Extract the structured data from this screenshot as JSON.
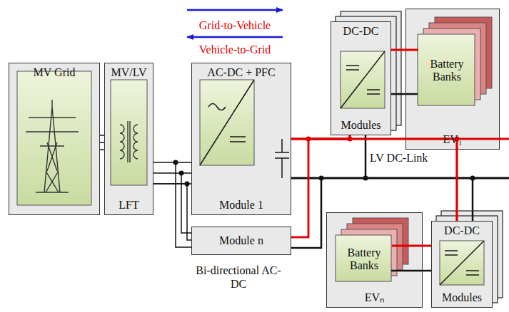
{
  "diagram": {
    "nodes": [
      {
        "text": [
          "MV Grid"
        ]
      },
      {
        "text": [
          "MV/LV",
          "LFT"
        ]
      },
      {
        "text": [
          "AC-DC + PFC",
          "Module 1"
        ]
      },
      {
        "text": [
          "DC-DC",
          "Modules"
        ]
      },
      {
        "text": [
          "EV₁"
        ]
      },
      {
        "text": [
          "Battery Banks"
        ],
        "in": 4
      },
      {
        "text": [
          "Module n"
        ]
      },
      {
        "text": [
          "EVₙ"
        ]
      },
      {
        "text": [
          "Battery Banks"
        ],
        "in": 7
      },
      {
        "text": [
          "DC-DC",
          "Modules"
        ]
      }
    ],
    "edges": [
      {
        "from": 0,
        "to": 1,
        "arrow": "none"
      },
      {
        "from": 1,
        "to": 2,
        "arrow": "none"
      },
      {
        "from": 1,
        "to": 6,
        "arrow": "none"
      },
      {
        "from": 2,
        "to": 3,
        "arrow": "none"
      },
      {
        "from": 2,
        "to": 9,
        "arrow": "none"
      },
      {
        "from": 6,
        "to": 3,
        "arrow": "none"
      },
      {
        "from": 6,
        "to": 9,
        "arrow": "none"
      },
      {
        "from": 3,
        "to": 5,
        "arrow": "none"
      },
      {
        "from": 9,
        "to": 8,
        "arrow": "none"
      }
    ],
    "labels": [
      "Grid-to-Vehicle",
      "Vehicle-to-Grid",
      "LV DC-Link",
      "Bi-directional AC-DC"
    ]
  }
}
